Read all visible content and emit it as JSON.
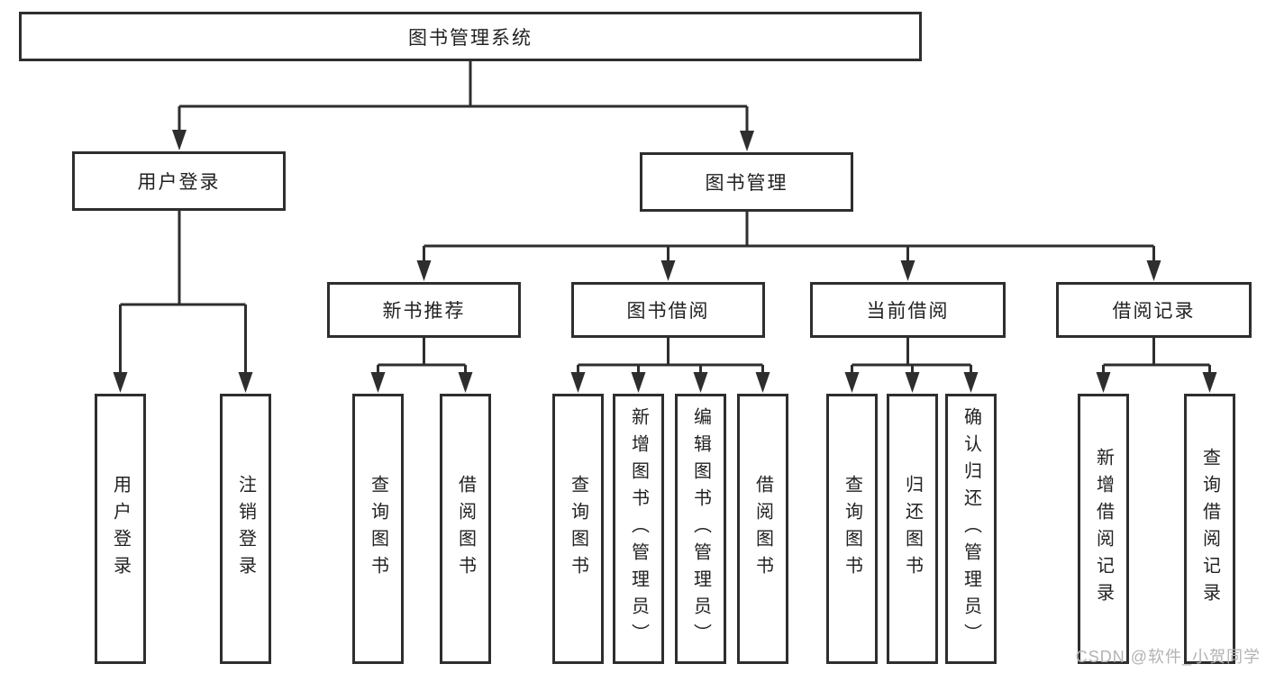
{
  "diagram": {
    "title": "图书管理系统",
    "tree": {
      "root": {
        "label": "图书管理系统"
      },
      "branches": [
        {
          "label": "用户登录",
          "children": [
            {
              "label": "用户登录"
            },
            {
              "label": "注销登录"
            }
          ]
        },
        {
          "label": "图书管理",
          "children": [
            {
              "label": "新书推荐",
              "children": [
                {
                  "label": "查询图书"
                },
                {
                  "label": "借阅图书"
                }
              ]
            },
            {
              "label": "图书借阅",
              "children": [
                {
                  "label": "查询图书"
                },
                {
                  "label": "新增图书（管理员）"
                },
                {
                  "label": "编辑图书（管理员）"
                },
                {
                  "label": "借阅图书"
                }
              ]
            },
            {
              "label": "当前借阅",
              "children": [
                {
                  "label": "查询图书"
                },
                {
                  "label": "归还图书"
                },
                {
                  "label": "确认归还（管理员）"
                }
              ]
            },
            {
              "label": "借阅记录",
              "children": [
                {
                  "label": "新增借阅记录"
                },
                {
                  "label": "查询借阅记录"
                }
              ]
            }
          ]
        }
      ]
    },
    "colors": {
      "line": "#2e2e2e",
      "box_border": "#2e2e2e",
      "box_fill": "#ffffff",
      "text": "#222222",
      "watermark": "#b3b3b3",
      "background": "#ffffff"
    }
  },
  "watermark": {
    "text": "CSDN @软件_小贺同学"
  }
}
